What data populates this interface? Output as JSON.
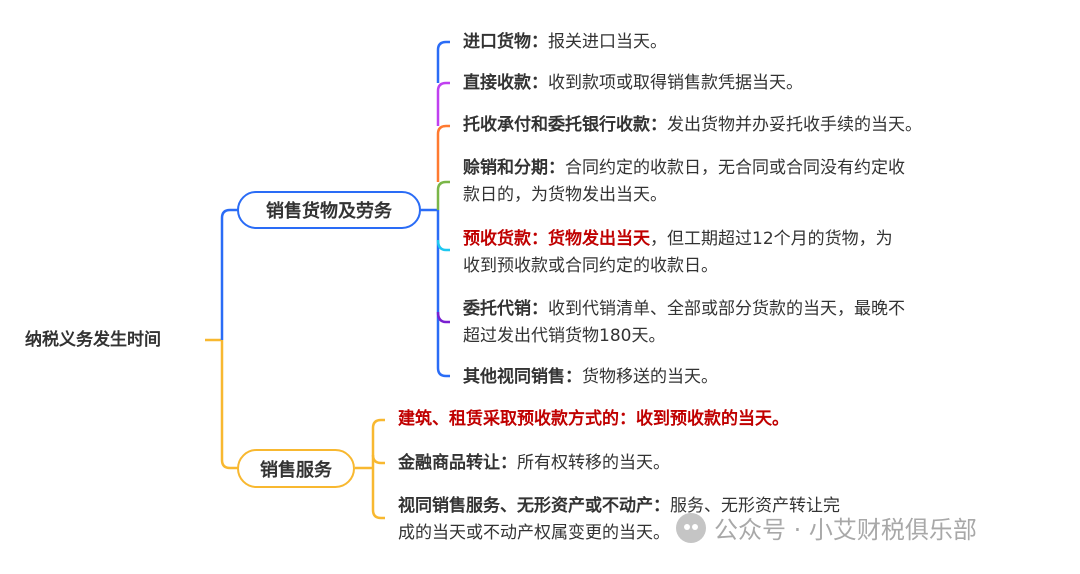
{
  "root": "纳税义务发生时间",
  "branches": [
    {
      "label": "销售货物及劳务",
      "color": "#2a6cf6",
      "items": [
        {
          "title": "进口货物：",
          "text": "报关进口当天。"
        },
        {
          "title": "直接收款：",
          "text": "收到款项或取得销售款凭据当天。"
        },
        {
          "title": "托收承付和委托银行收款：",
          "text": "发出货物并办妥托收手续的当天。"
        },
        {
          "title": "赊销和分期：",
          "text": "合同约定的收款日，无合同或合同没有约定收",
          "text2": "款日的，为货物发出当天。"
        },
        {
          "title": "预收货款：货物发出当天",
          "text": "，但工期超过12个月的货物，为",
          "text2": "收到预收款或合同约定的收款日。"
        },
        {
          "title": "委托代销：",
          "text": "收到代销清单、全部或部分货款的当天，最晚不",
          "text2": "超过发出代销货物180天。"
        },
        {
          "title": "其他视同销售：",
          "text": "货物移送的当天。"
        }
      ]
    },
    {
      "label": "销售服务",
      "color": "#f8b830",
      "items": [
        {
          "title": "建筑、租赁采取预收款方式的：收到预收款的当天。"
        },
        {
          "title": "金融商品转让：",
          "text": "所有权转移的当天。"
        },
        {
          "title": "视同销售服务、无形资产或不动产：",
          "text": "服务、无形资产转让完",
          "text2": "成的当天或不动产权属变更的当天。"
        }
      ]
    }
  ],
  "watermark": "公众号 · 小艾财税俱乐部"
}
